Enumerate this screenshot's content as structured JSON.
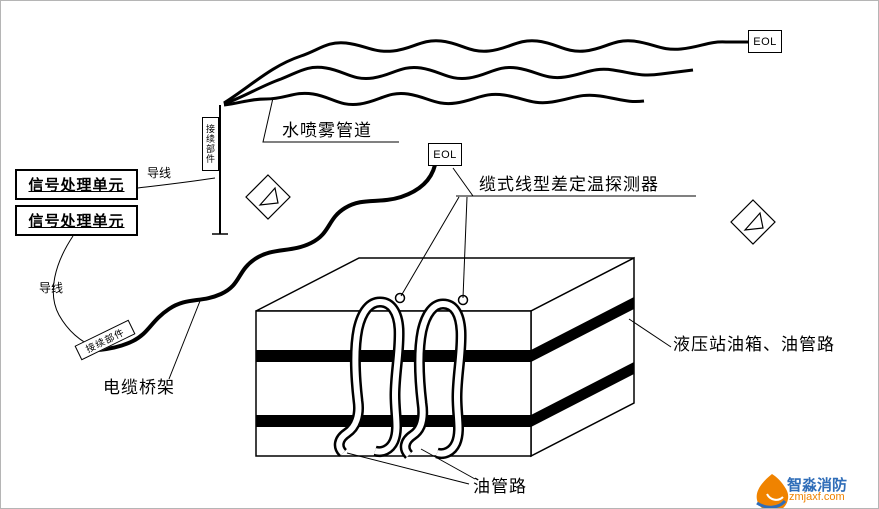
{
  "labels": {
    "eol_top": "EOL",
    "eol_mid": "EOL",
    "water_spray_pipe": "水喷雾管道",
    "detector": "缆式线型差定温探测器",
    "signal_unit_top": "信号处理单元",
    "signal_unit_bottom": "信号处理单元",
    "wire_top": "导线",
    "wire_bottom": "导线",
    "connector_top": "接续部件",
    "connector_on_cable": "接续部件",
    "cable_tray": "电缆桥架",
    "hydraulic_tank": "液压站油箱、油管路",
    "oil_pipeline": "油管路"
  },
  "logo": {
    "brand_name": "智淼消防",
    "website": "zmjaxf.com",
    "flame_color": "#f08300",
    "name_color": "#2f6db8"
  }
}
